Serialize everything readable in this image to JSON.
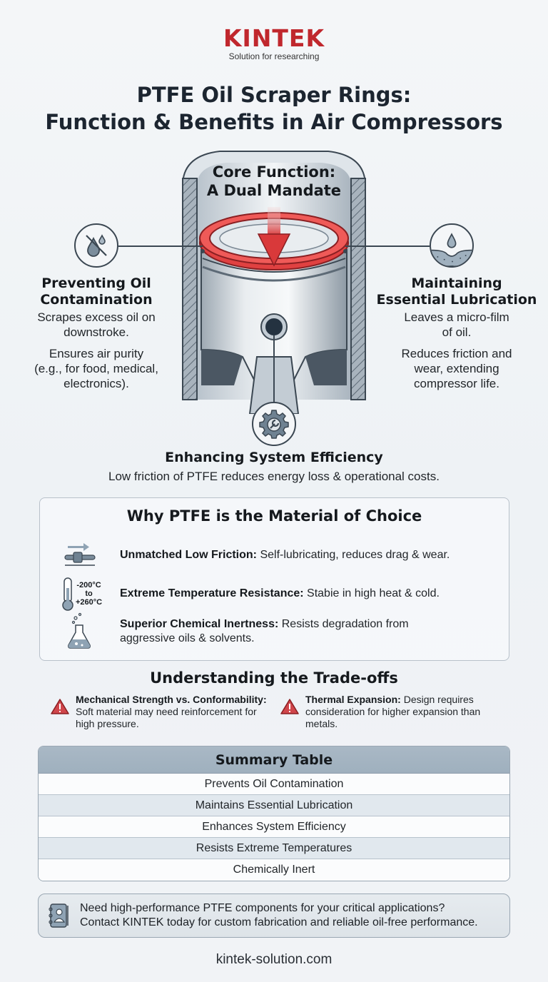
{
  "brand": {
    "logo": "KINTEK",
    "tagline": "Solution for researching",
    "color": "#c0272d"
  },
  "title": {
    "line1": "PTFE Oil Scraper Rings:",
    "line2": "Function & Benefits in Air Compressors"
  },
  "core": {
    "line1": "Core Function:",
    "line2": "A Dual Mandate"
  },
  "features": {
    "left": {
      "icon": "no-oil-drop-icon",
      "title1": "Preventing Oil",
      "title2": "Contamination",
      "p1_l1": "Scrapes excess oil on",
      "p1_l2": "downstroke.",
      "p2_l1": "Ensures air purity",
      "p2_l2": "(e.g., for food, medical,",
      "p2_l3": "electronics)."
    },
    "right": {
      "icon": "oil-film-drop-icon",
      "title1": "Maintaining",
      "title2": "Essential Lubrication",
      "p1_l1": "Leaves a micro-film",
      "p1_l2": "of oil.",
      "p2_l1": "Reduces friction and",
      "p2_l2": "wear, extending",
      "p2_l3": "compressor life."
    },
    "bottom": {
      "icon": "gear-wrench-icon",
      "title": "Enhancing System Efficiency",
      "text": "Low friction of PTFE reduces energy loss & operational costs."
    }
  },
  "why": {
    "title": "Why PTFE is the Material of Choice",
    "items": [
      {
        "icon": "low-friction-slider-icon",
        "label": "Unmatched Low Friction:",
        "text": " Self-lubricating, reduces drag & wear."
      },
      {
        "icon": "thermometer-icon",
        "temp_low": "-200°C",
        "temp_to": "to",
        "temp_high": "+260°C",
        "label": "Extreme Temperature Resistance:",
        "text": " Stabie in high heat & cold."
      },
      {
        "icon": "flask-icon",
        "label": "Superior Chemical Inertness:",
        "text": " Resists degradation from",
        "text2": "aggressive oils & solvents."
      }
    ]
  },
  "tradeoffs": {
    "title": "Understanding the Trade-offs",
    "items": [
      {
        "icon": "warning-icon",
        "label": "Mechanical Strength vs. Conformability:",
        "l2": "Soft material may need reinforcement for",
        "l3": "high pressure."
      },
      {
        "icon": "warning-icon",
        "label": "Thermal Expansion:",
        "l1rest": " Design requires",
        "l2": "consideration for higher expansion than",
        "l3": "metals."
      }
    ]
  },
  "summary": {
    "title": "Summary Table",
    "rows": [
      "Prevents Oil Contamination",
      "Maintains Essential Lubrication",
      "Enhances System Efficiency",
      "Resists Extreme Temperatures",
      "Chemically Inert"
    ]
  },
  "cta": {
    "icon": "contact-book-icon",
    "line1": "Need high-performance PTFE components for your critical applications?",
    "line2": "Contact KINTEK today for custom fabrication and reliable oil-free performance."
  },
  "footer": {
    "url": "kintek-solution.com"
  },
  "colors": {
    "ring_red": "#e23a3a",
    "icon_slate": "#3b4752",
    "warning_red": "#d0464b"
  }
}
